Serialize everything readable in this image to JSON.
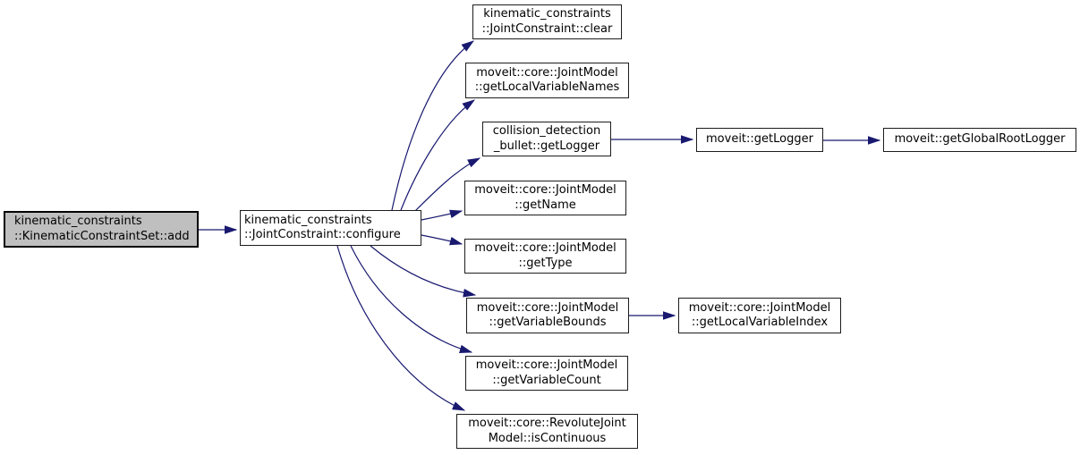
{
  "diagram": {
    "type": "call-graph",
    "background_color": "#ffffff",
    "edge_color": "#191970",
    "node_fill": "#ffffff",
    "node_border_color": "#1c1c1c",
    "highlighted_node_fill": "#bfbfbf",
    "text_color": "#000000"
  },
  "nodes": {
    "add": {
      "line1": "kinematic_constraints",
      "line2": "::KinematicConstraintSet::add",
      "highlighted": true
    },
    "configure": {
      "line1": "kinematic_constraints",
      "line2": "::JointConstraint::configure"
    },
    "clear": {
      "line1": "kinematic_constraints",
      "line2": "::JointConstraint::clear"
    },
    "get_local_variable_names": {
      "line1": "moveit::core::JointModel",
      "line2": "::getLocalVariableNames"
    },
    "bullet_get_logger": {
      "line1": "collision_detection",
      "line2": "_bullet::getLogger"
    },
    "moveit_get_logger": {
      "line1": "moveit::getLogger"
    },
    "get_global_root_logger": {
      "line1": "moveit::getGlobalRootLogger"
    },
    "get_name": {
      "line1": "moveit::core::JointModel",
      "line2": "::getName"
    },
    "get_type": {
      "line1": "moveit::core::JointModel",
      "line2": "::getType"
    },
    "get_variable_bounds": {
      "line1": "moveit::core::JointModel",
      "line2": "::getVariableBounds"
    },
    "get_local_variable_index": {
      "line1": "moveit::core::JointModel",
      "line2": "::getLocalVariableIndex"
    },
    "get_variable_count": {
      "line1": "moveit::core::JointModel",
      "line2": "::getVariableCount"
    },
    "is_continuous": {
      "line1": "moveit::core::RevoluteJoint",
      "line2": "Model::isContinuous"
    }
  },
  "edges": [
    {
      "from": "add",
      "to": "configure"
    },
    {
      "from": "configure",
      "to": "clear"
    },
    {
      "from": "configure",
      "to": "get_local_variable_names"
    },
    {
      "from": "configure",
      "to": "bullet_get_logger"
    },
    {
      "from": "configure",
      "to": "get_name"
    },
    {
      "from": "configure",
      "to": "get_type"
    },
    {
      "from": "configure",
      "to": "get_variable_bounds"
    },
    {
      "from": "configure",
      "to": "get_variable_count"
    },
    {
      "from": "configure",
      "to": "is_continuous"
    },
    {
      "from": "bullet_get_logger",
      "to": "moveit_get_logger"
    },
    {
      "from": "moveit_get_logger",
      "to": "get_global_root_logger"
    },
    {
      "from": "get_variable_bounds",
      "to": "get_local_variable_index"
    }
  ]
}
